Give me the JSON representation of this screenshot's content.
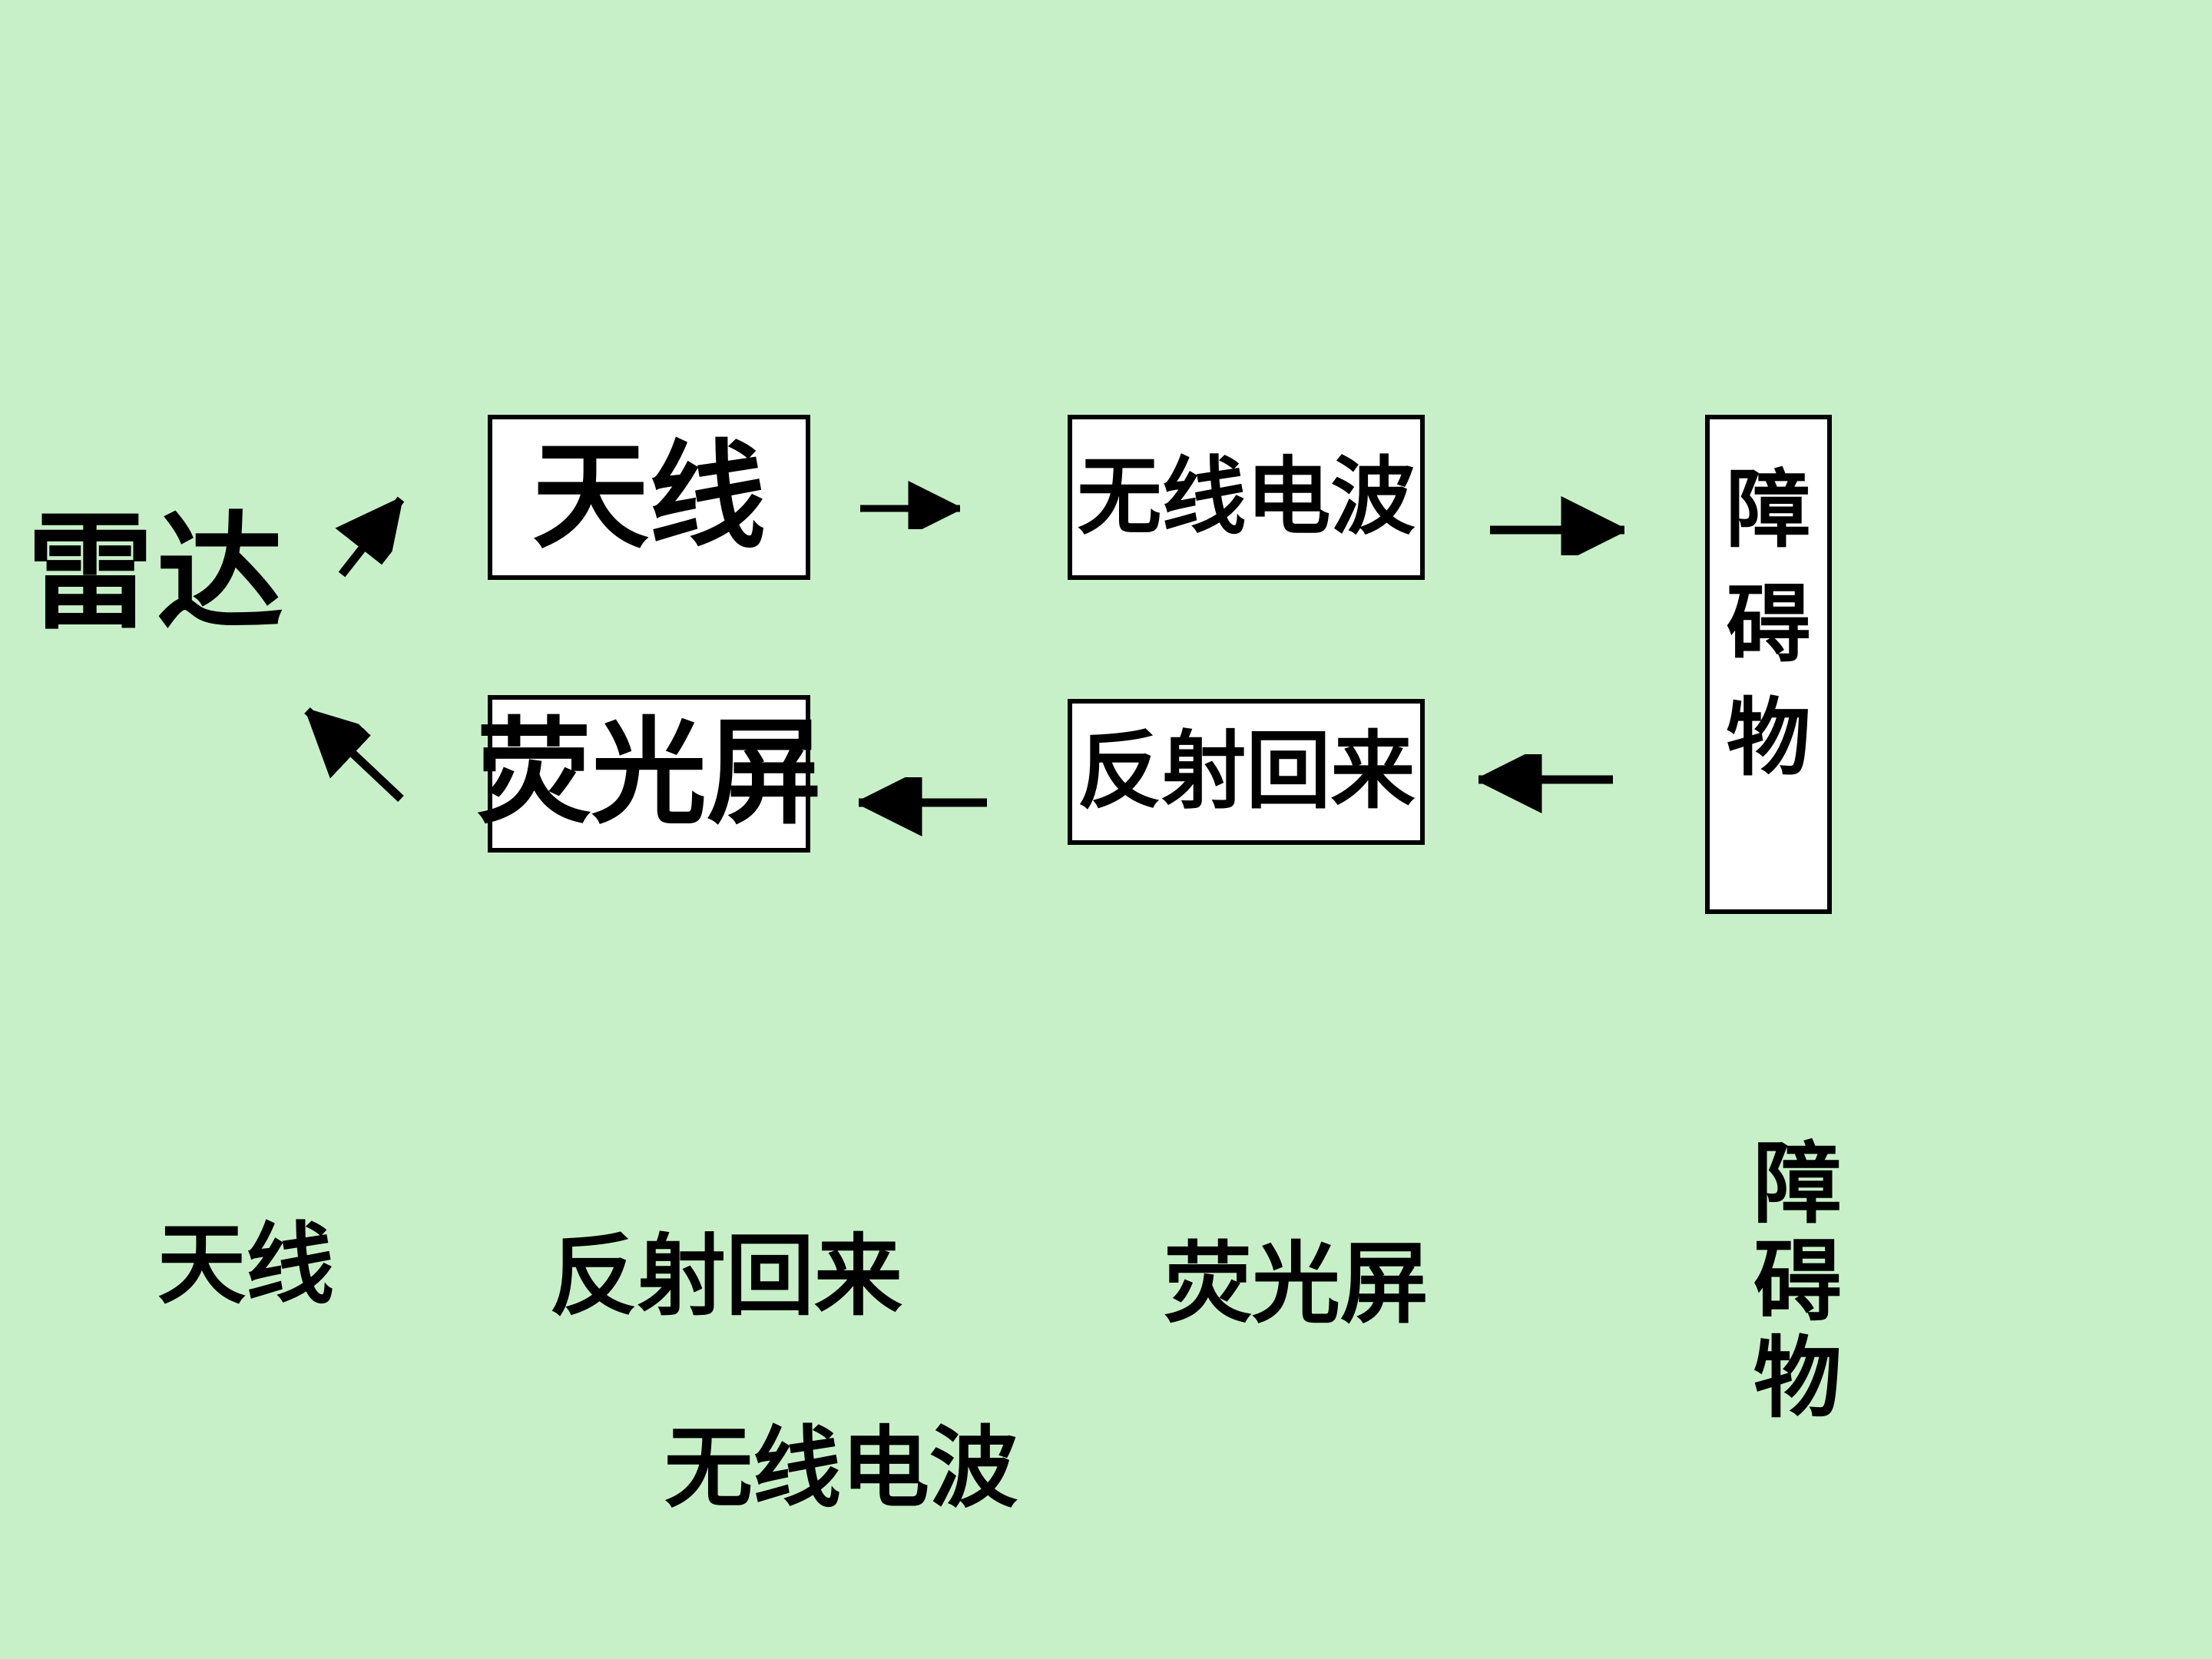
{
  "slide": {
    "background_color": "#c8f0c8",
    "ink_color": "#000000"
  },
  "diagram": {
    "radar": {
      "label": "雷达"
    },
    "antenna": {
      "label": "天线"
    },
    "radio_wave": {
      "label": "无线电波"
    },
    "obstacle": {
      "label": "障碍物"
    },
    "reflected": {
      "label": "反射回来"
    },
    "screen": {
      "label": "荧光屏"
    },
    "arrows": [
      {
        "from": "radar",
        "to": "antenna",
        "direction": "up-right"
      },
      {
        "from": "antenna",
        "to": "radio_wave",
        "direction": "right"
      },
      {
        "from": "radio_wave",
        "to": "obstacle",
        "direction": "right"
      },
      {
        "from": "obstacle",
        "to": "reflected",
        "direction": "left"
      },
      {
        "from": "reflected",
        "to": "screen",
        "direction": "left"
      },
      {
        "from": "screen",
        "to": "radar",
        "direction": "up-left"
      }
    ]
  },
  "word_bank": {
    "antenna": "天线",
    "reflected": "反射回来",
    "screen": "荧光屏",
    "obstacle": "障碍物",
    "radio_wave": "无线电波"
  }
}
